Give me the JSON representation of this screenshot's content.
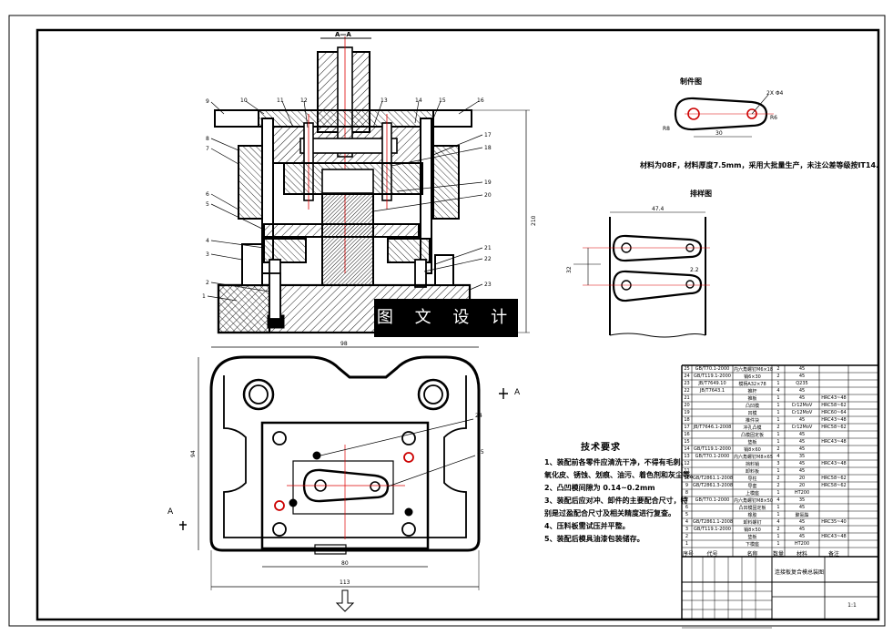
{
  "watermark": "图 文 设 计",
  "captions": {
    "part_view": "制件图",
    "layout_view": "排样图"
  },
  "material_note": "材料为08F，材料厚度7.5mm，采用大批量生产，未注公差等级按IT14.",
  "tech_requirements": {
    "title": "技术要求",
    "lines": [
      "1、装配前各零件应清洗干净，不得有毛刺、",
      "氧化皮、锈蚀、划痕、油污、着色剂和灰尘等。",
      "2、凸凹模间隙为    0.14~0.2mm",
      "3、装配后应对冲、卸件的主要配合尺寸，特",
      "别是过盈配合尺寸及相关精度进行复查。",
      "4、压料板需试压并平整。",
      "5、装配后模具油漆包装储存。"
    ]
  },
  "dimensions": {
    "part_center": "30",
    "part_r_left": "R8",
    "part_r_right": "R6",
    "part_holes": "2X Φ4",
    "layout_width": "47.4",
    "layout_pitch": "32",
    "layout_gap": "2.2",
    "top_height": "210",
    "plan_width_top": "98",
    "plan_height": "94",
    "plan_width_inner": "80",
    "plan_width_bottom": "113"
  },
  "section_labels": {
    "top": "A—A",
    "right": "A",
    "left": "A"
  },
  "callouts": [
    "1",
    "2",
    "3",
    "4",
    "5",
    "6",
    "7",
    "8",
    "9",
    "10",
    "11",
    "12",
    "13",
    "14",
    "15",
    "16",
    "17",
    "18",
    "19",
    "20",
    "21",
    "22",
    "23",
    "24",
    "25"
  ],
  "title_block": {
    "drawing_name": "连接板复合模总装图",
    "header": [
      "序号",
      "代号",
      "名称",
      "数量",
      "材料",
      "备注"
    ],
    "rows": [
      [
        "25",
        "GB/T70.1-2000",
        "内六角螺钉M6×18",
        "2",
        "45",
        ""
      ],
      [
        "24",
        "GB/T119.1-2000",
        "销6×30",
        "2",
        "45",
        ""
      ],
      [
        "23",
        "JB/T7649.10",
        "模柄A32×78",
        "1",
        "Q235",
        ""
      ],
      [
        "22",
        "JB/T7643.1",
        "推杆",
        "4",
        "45",
        ""
      ],
      [
        "21",
        "",
        "推板",
        "1",
        "45",
        "HRC43~48"
      ],
      [
        "20",
        "",
        "凸凹模",
        "1",
        "Cr12MoV",
        "HRC58~62"
      ],
      [
        "19",
        "",
        "凹模",
        "1",
        "Cr12MoV",
        "HRC60~64"
      ],
      [
        "18",
        "",
        "推件块",
        "1",
        "45",
        "HRC43~48"
      ],
      [
        "17",
        "JB/T7646.1-2008",
        "冲孔凸模",
        "2",
        "Cr12MoV",
        "HRC58~62"
      ],
      [
        "16",
        "",
        "凸模固定板",
        "1",
        "45",
        ""
      ],
      [
        "15",
        "",
        "垫板",
        "1",
        "45",
        "HRC43~48"
      ],
      [
        "14",
        "GB/T119.1-2000",
        "销8×60",
        "2",
        "45",
        ""
      ],
      [
        "13",
        "GB/T70.1-2000",
        "内六角螺钉M8×65",
        "4",
        "35",
        ""
      ],
      [
        "12",
        "",
        "挡料销",
        "3",
        "45",
        "HRC43~48"
      ],
      [
        "11",
        "",
        "卸料板",
        "1",
        "45",
        ""
      ],
      [
        "10",
        "GB/T2861.1-2008",
        "导柱",
        "2",
        "20",
        "HRC58~62"
      ],
      [
        "9",
        "GB/T2861.3-2008",
        "导套",
        "2",
        "20",
        "HRC58~62"
      ],
      [
        "8",
        "",
        "上模座",
        "1",
        "HT200",
        ""
      ],
      [
        "7",
        "GB/T70.1-2000",
        "内六角螺钉M8×50",
        "4",
        "35",
        ""
      ],
      [
        "6",
        "",
        "凸凹模固定板",
        "1",
        "45",
        ""
      ],
      [
        "5",
        "",
        "橡胶",
        "1",
        "聚氨酯",
        ""
      ],
      [
        "4",
        "GB/T2861.1-2008",
        "卸料螺钉",
        "4",
        "45",
        "HRC35~40"
      ],
      [
        "3",
        "GB/T119.1-2000",
        "销8×50",
        "2",
        "45",
        ""
      ],
      [
        "2",
        "",
        "垫板",
        "1",
        "45",
        "HRC43~48"
      ],
      [
        "1",
        "",
        "下模座",
        "1",
        "HT200",
        ""
      ]
    ],
    "scale": "1:1"
  }
}
